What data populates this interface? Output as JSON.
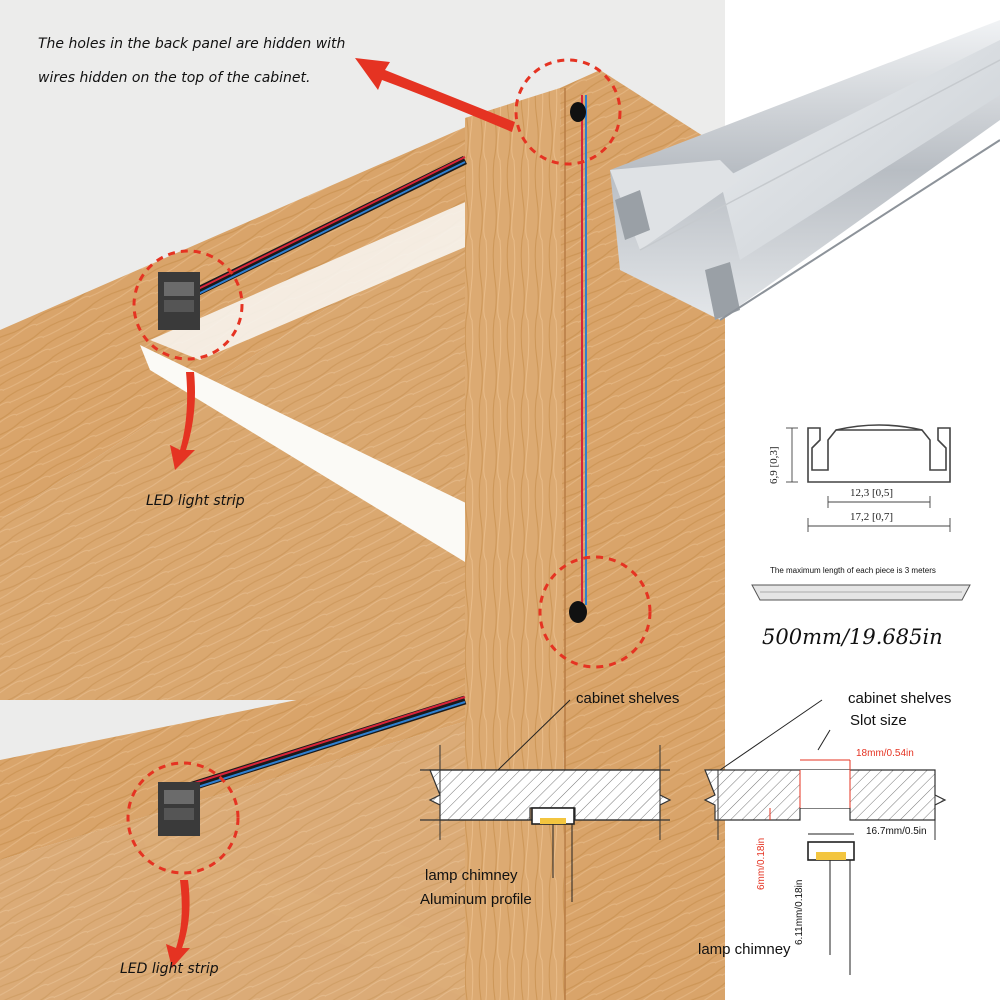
{
  "captions": {
    "top_note_line1": "The holes in the back panel are hidden with",
    "top_note_line2": "wires hidden on the top of the cabinet.",
    "led_strip_upper": "LED light strip",
    "led_strip_lower": "LED light strip"
  },
  "profile_dims": {
    "height": "6,9 [0,3]",
    "inner_width": "12,3 [0,5]",
    "outer_width": "17,2 [0,7]",
    "max_length_note": "The maximum length of each piece is 3 meters",
    "length": "500mm/19.685in"
  },
  "section_left": {
    "shelves_label": "cabinet shelves",
    "chimney_label": "lamp chimney",
    "profile_label": "Aluminum profile"
  },
  "section_right": {
    "shelves_label": "cabinet shelves",
    "slot_label": "Slot size",
    "slot_width": "18mm/0.54in",
    "slot_depth": "6mm/0.18in",
    "profile_width": "16.7mm/0.5in",
    "profile_height": "6.11mm/0.18in",
    "chimney_label": "lamp chimney"
  },
  "colors": {
    "wood": "#d9a46a",
    "wood_dark": "#c48a50",
    "highlight_red": "#e53322",
    "wire_red": "#d8243a",
    "wire_blue": "#2f7fd0"
  }
}
